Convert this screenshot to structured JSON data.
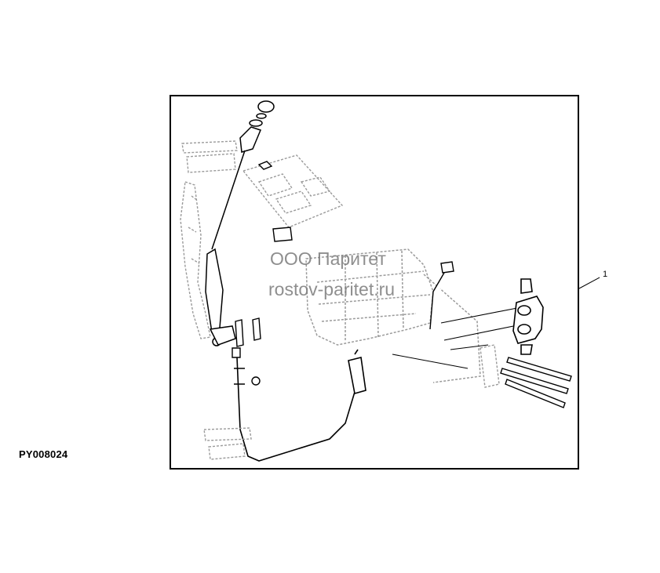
{
  "figure": {
    "code": "PY008024",
    "callouts": [
      {
        "label": "1"
      }
    ]
  },
  "watermark": {
    "line1": "ООО Паритет",
    "line2": "rostov-paritet.ru"
  },
  "colors": {
    "line": "#000000",
    "ghost": "#9a9a9a",
    "watermark": "#7b7b7b",
    "background": "#ffffff"
  }
}
